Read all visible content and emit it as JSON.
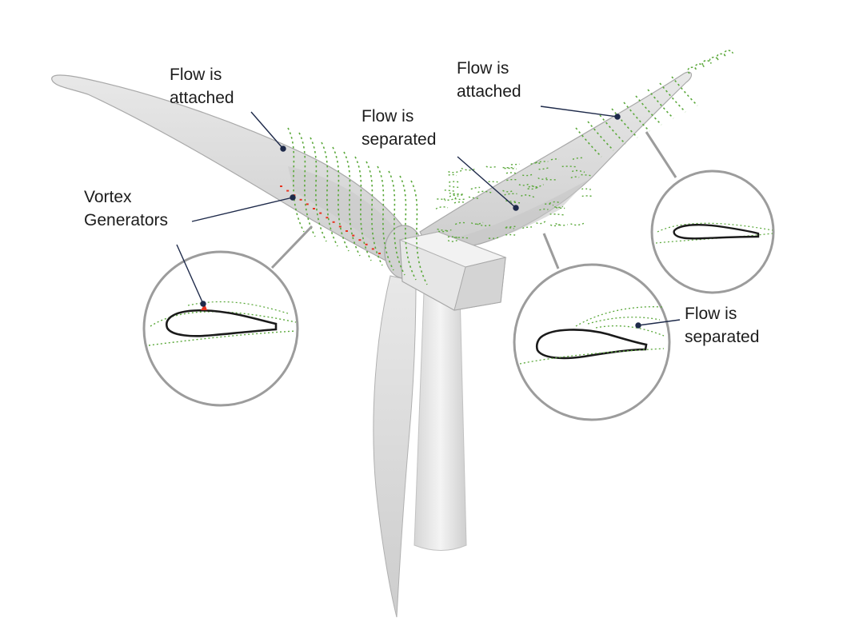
{
  "labels": {
    "attached_left": {
      "line1": "Flow is",
      "line2": "attached"
    },
    "attached_right": {
      "line1": "Flow is",
      "line2": "attached"
    },
    "separated_top": {
      "line1": "Flow is",
      "line2": "separated"
    },
    "vortex_generators": {
      "line1": "Vortex",
      "line2": "Generators"
    },
    "separated_inset": {
      "line1": "Flow is",
      "line2": "separated"
    }
  },
  "colors": {
    "blade": "#dcdcdc",
    "blade_edge": "#a9a9a9",
    "flow": "#5aa83a",
    "vortex_generator": "#e8321e",
    "leader": "#1e2a4a",
    "airfoil": "#1a1a1a",
    "inset_ring": "#9c9c9c"
  }
}
